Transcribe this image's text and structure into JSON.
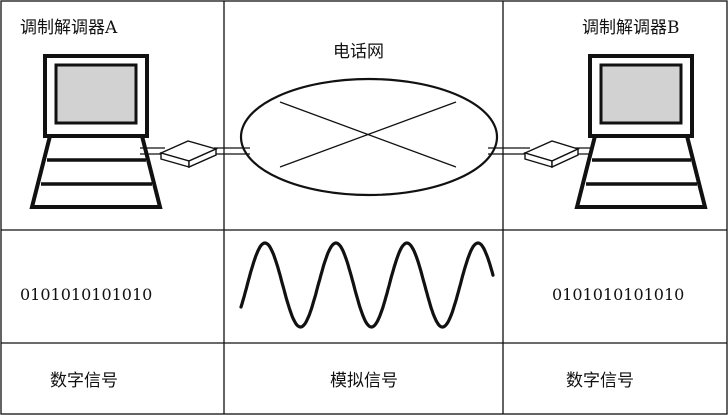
{
  "labels": {
    "modem_a": "调制解调器A",
    "modem_b": "调制解调器B",
    "network": "电话网",
    "bits_left": "0101010101010",
    "bits_right": "0101010101010",
    "signal_left": "数字信号",
    "signal_middle": "模拟信号",
    "signal_right": "数字信号"
  },
  "colors": {
    "line": "#111111",
    "screen": "#d2d2d2",
    "background": "#ffffff"
  },
  "icons": {
    "computer_left": "computer-icon",
    "computer_right": "computer-icon",
    "modem_left": "modem-box-icon",
    "modem_right": "modem-box-icon",
    "network": "phone-network-ellipse",
    "waveform": "sine-wave"
  }
}
